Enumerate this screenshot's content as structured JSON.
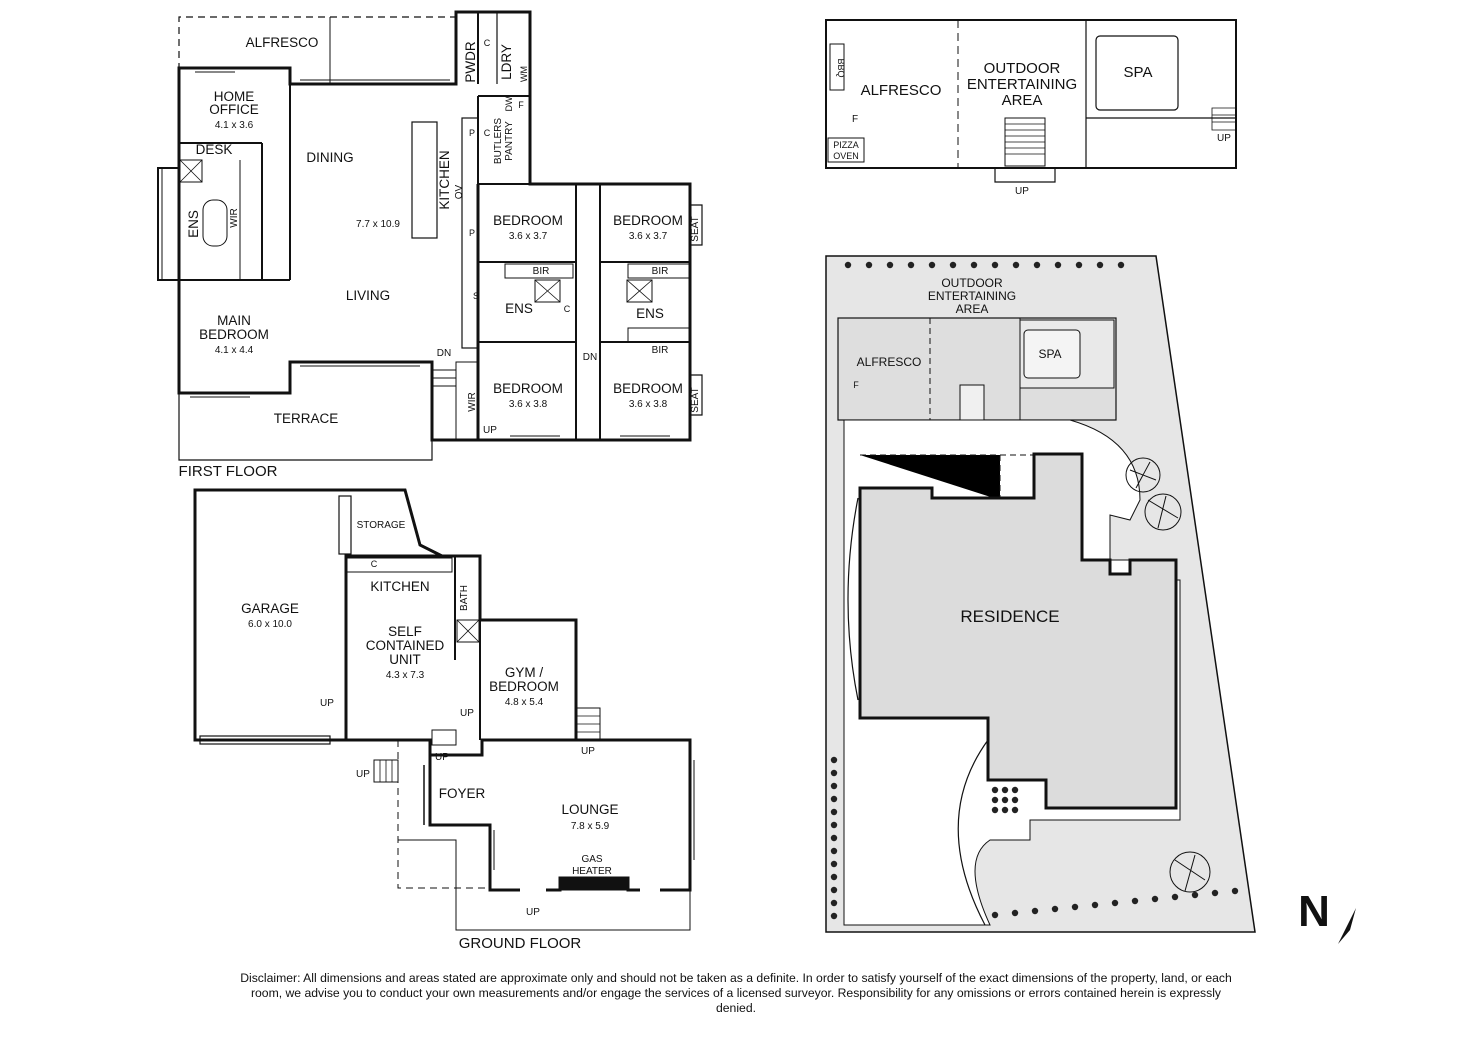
{
  "labels": {
    "first_floor": "FIRST FLOOR",
    "ground_floor": "GROUND FLOOR",
    "alfresco_top": "ALFRESCO",
    "home_office": "HOME",
    "home_office_2": "OFFICE",
    "home_office_dim": "4.1 x 3.6",
    "desk": "DESK",
    "ens_main": "ENS",
    "wir_main": "WIR",
    "main_bedroom": "MAIN",
    "main_bedroom_2": "BEDROOM",
    "main_bedroom_dim": "4.1 x 4.4",
    "terrace": "TERRACE",
    "dining": "DINING",
    "living": "LIVING",
    "living_dim": "7.7 x 10.9",
    "kitchen": "KITCHEN",
    "ov": "OV",
    "butlers": "BUTLERS",
    "pantry": "PANTRY",
    "pwdr": "PWDR",
    "ldry": "LDRY",
    "wm": "WM",
    "dw": "DW",
    "c": "C",
    "p": "P",
    "f": "F",
    "s": "S",
    "bedroom": "BEDROOM",
    "bed1_dim": "3.6 x 3.7",
    "bed2_dim": "3.6 x 3.7",
    "bed3_dim": "3.6 x 3.8",
    "bed4_dim": "3.6 x 3.8",
    "bir": "BIR",
    "ens": "ENS",
    "seat": "SEAT",
    "dn": "DN",
    "up": "UP",
    "wir": "WIR",
    "storage": "STORAGE",
    "garage": "GARAGE",
    "garage_dim": "6.0 x 10.0",
    "kitchen_gf": "KITCHEN",
    "bath": "BATH",
    "self_contained": "SELF",
    "self_contained_2": "CONTAINED",
    "self_contained_3": "UNIT",
    "scu_dim": "4.3 x 7.3",
    "gym": "GYM /",
    "gym_2": "BEDROOM",
    "gym_dim": "4.8 x 5.4",
    "foyer": "FOYER",
    "lounge": "LOUNGE",
    "lounge_dim": "7.8 x 5.9",
    "gas": "GAS",
    "heater": "HEATER",
    "bbq": "BBQ",
    "alfresco": "ALFRESCO",
    "outdoor": "OUTDOOR",
    "entertaining": "ENTERTAINING",
    "area": "AREA",
    "spa": "SPA",
    "pizza": "PIZZA",
    "oven": "OVEN",
    "residence": "RESIDENCE",
    "north": "N"
  },
  "disclaimer": "Disclaimer: All dimensions and areas stated are approximate only and should not be taken as a definite. In order to satisfy yourself of the exact dimensions of the property, land, or each room, we advise you to conduct your own measurements and/or engage the services of a licensed surveyor. Responsibility for any omissions or errors contained herein is expressly denied."
}
